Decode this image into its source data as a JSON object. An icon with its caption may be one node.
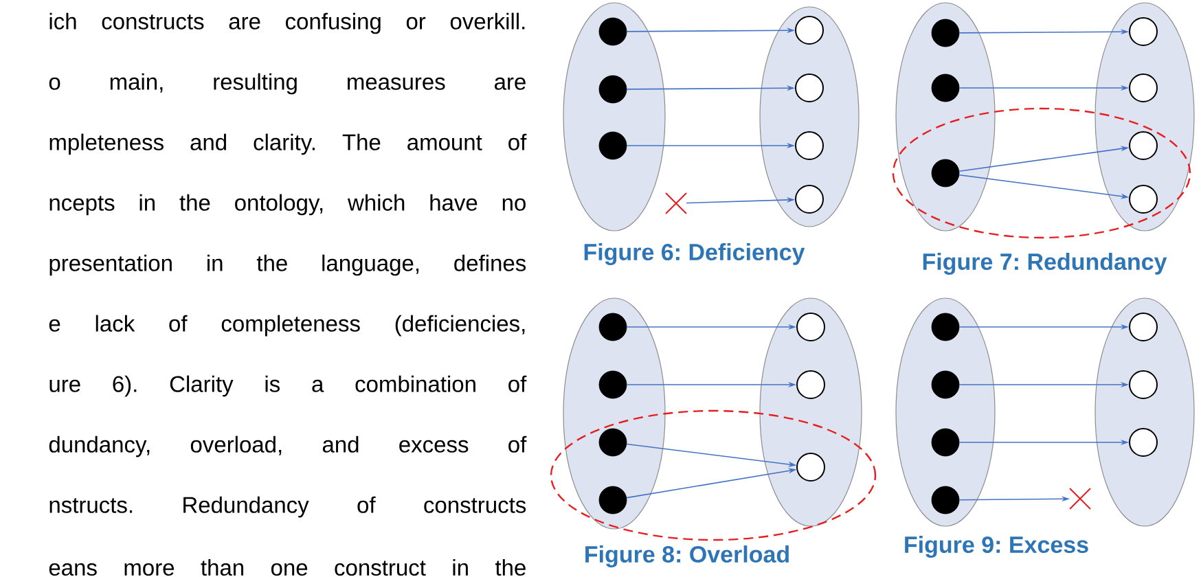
{
  "diagram": {
    "nodes": [
      {
        "text": [],
        "shape": "ellipse"
      },
      {
        "text": [],
        "shape": "dot",
        "in": 0
      },
      {
        "text": [],
        "shape": "dot",
        "in": 0
      },
      {
        "text": [],
        "shape": "dot",
        "in": 0
      },
      {
        "text": [],
        "shape": "ellipse"
      },
      {
        "text": [],
        "shape": "circle",
        "in": 4
      },
      {
        "text": [],
        "shape": "circle",
        "in": 4
      },
      {
        "text": [],
        "shape": "circle",
        "in": 4
      },
      {
        "text": [],
        "shape": "circle",
        "in": 4
      },
      {
        "text": [],
        "shape": "cross"
      },
      {
        "text": [],
        "shape": "ellipse"
      },
      {
        "text": [],
        "shape": "dot",
        "in": 10
      },
      {
        "text": [],
        "shape": "dot",
        "in": 10
      },
      {
        "text": [],
        "shape": "dot",
        "in": 10
      },
      {
        "text": [],
        "shape": "ellipse"
      },
      {
        "text": [],
        "shape": "circle",
        "in": 14
      },
      {
        "text": [],
        "shape": "circle",
        "in": 14
      },
      {
        "text": [],
        "shape": "circle",
        "in": 14
      },
      {
        "text": [],
        "shape": "circle",
        "in": 14
      },
      {
        "text": [],
        "shape": "ellipse"
      },
      {
        "text": [],
        "shape": "dot",
        "in": 19
      },
      {
        "text": [],
        "shape": "dot",
        "in": 19
      },
      {
        "text": [],
        "shape": "dot",
        "in": 19
      },
      {
        "text": [],
        "shape": "dot",
        "in": 19
      },
      {
        "text": [],
        "shape": "ellipse"
      },
      {
        "text": [],
        "shape": "circle",
        "in": 24
      },
      {
        "text": [],
        "shape": "circle",
        "in": 24
      },
      {
        "text": [],
        "shape": "circle",
        "in": 24
      },
      {
        "text": [],
        "shape": "ellipse"
      },
      {
        "text": [],
        "shape": "dot",
        "in": 28
      },
      {
        "text": [],
        "shape": "dot",
        "in": 28
      },
      {
        "text": [],
        "shape": "dot",
        "in": 28
      },
      {
        "text": [],
        "shape": "dot",
        "in": 28
      },
      {
        "text": [],
        "shape": "ellipse"
      },
      {
        "text": [],
        "shape": "circle",
        "in": 33
      },
      {
        "text": [],
        "shape": "circle",
        "in": 33
      },
      {
        "text": [],
        "shape": "circle",
        "in": 33
      },
      {
        "text": [],
        "shape": "cross"
      }
    ],
    "edges": [
      {
        "from": 1,
        "to": 5,
        "arrow": "to"
      },
      {
        "from": 2,
        "to": 6,
        "arrow": "to"
      },
      {
        "from": 3,
        "to": 7,
        "arrow": "to"
      },
      {
        "from": 9,
        "to": 8,
        "arrow": "to"
      },
      {
        "from": 11,
        "to": 15,
        "arrow": "to"
      },
      {
        "from": 12,
        "to": 16,
        "arrow": "to"
      },
      {
        "from": 13,
        "to": 17,
        "arrow": "to"
      },
      {
        "from": 13,
        "to": 18,
        "arrow": "to"
      },
      {
        "from": 20,
        "to": 25,
        "arrow": "to"
      },
      {
        "from": 21,
        "to": 26,
        "arrow": "to"
      },
      {
        "from": 22,
        "to": 27,
        "arrow": "to"
      },
      {
        "from": 23,
        "to": 27,
        "arrow": "to"
      },
      {
        "from": 29,
        "to": 34,
        "arrow": "to"
      },
      {
        "from": 30,
        "to": 35,
        "arrow": "to"
      },
      {
        "from": 31,
        "to": 36,
        "arrow": "to"
      },
      {
        "from": 32,
        "to": 37,
        "arrow": "to"
      }
    ],
    "labels": [
      "ich constructs are confusing or overkill.",
      "o main, resulting measures are",
      "mpleteness and clarity. The amount of",
      "ncepts in the ontology, which have no",
      "presentation in the language, defines",
      "e lack of completeness (deficiencies,",
      "ure 6). Clarity is a combination of",
      "dundancy, overload, and excess of",
      "nstructs. Redundancy of constructs",
      "eans more than one construct in the",
      "Figure 6: Deficiency",
      "Figure 7: Redundancy",
      "Figure 8: Overload",
      "Figure 9: Excess"
    ]
  }
}
